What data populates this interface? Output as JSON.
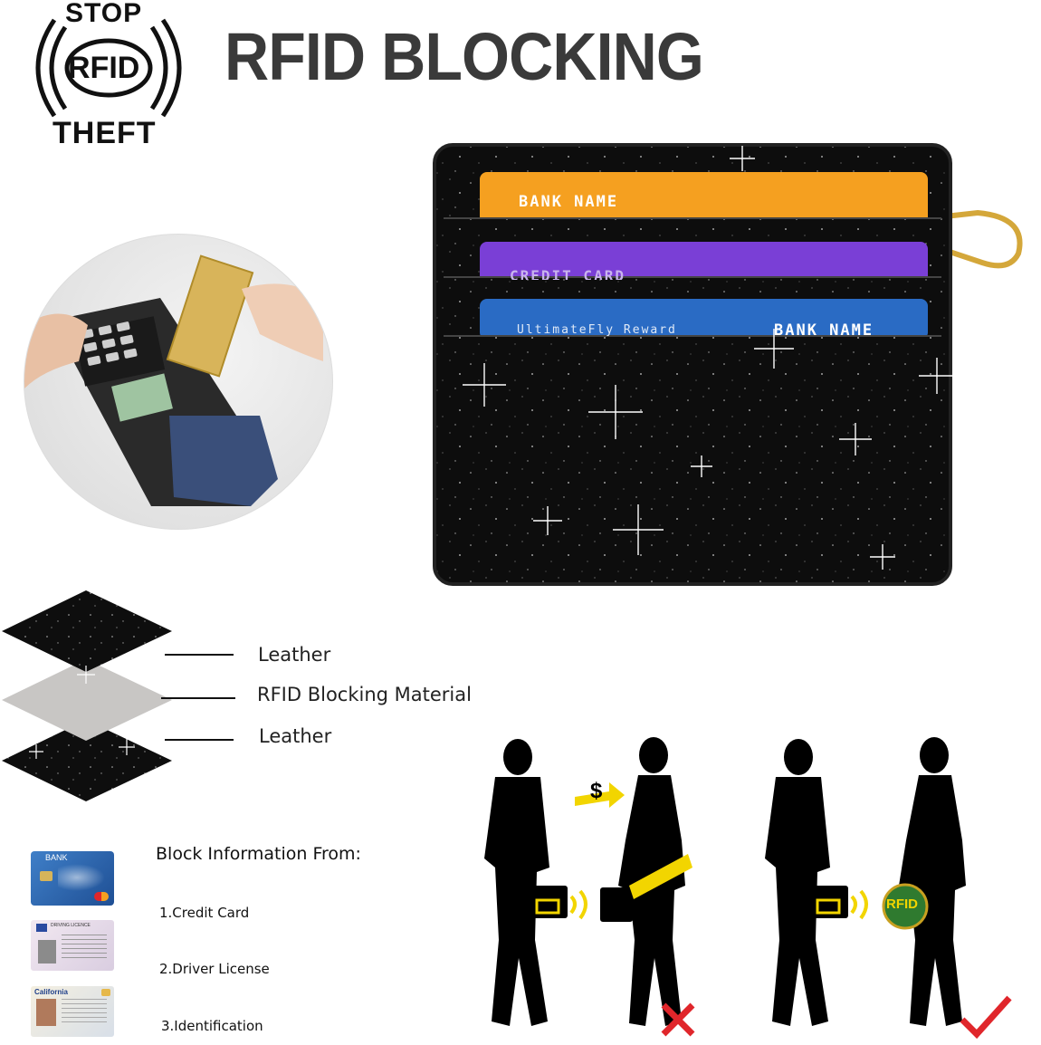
{
  "badge": {
    "top": "STOP",
    "middle": "RFID",
    "bottom": "THEFT"
  },
  "headline": "RFID BLOCKING",
  "wallet": {
    "cards": [
      {
        "label": "BANK NAME",
        "color": "#f5a020"
      },
      {
        "label": "CREDIT CARD",
        "color": "#7a3fd6"
      },
      {
        "label": "UltimateFly Reward",
        "label2": "BANK NAME",
        "color": "#2a6bc4"
      }
    ],
    "body_color": "#0d0d0d",
    "ring_color": "#d4a73a"
  },
  "layers": [
    {
      "label": "Leather"
    },
    {
      "label": "RFID Blocking Material"
    },
    {
      "label": "Leather"
    }
  ],
  "block_info": {
    "title": "Block Information From:",
    "items": [
      {
        "label": "1.Credit Card",
        "thumb_text": "BANK"
      },
      {
        "label": "2.Driver License",
        "thumb_text": "DRIVING LICENCE"
      },
      {
        "label": "3.Identification",
        "thumb_text": "California"
      }
    ]
  },
  "scene": {
    "dollar_symbol": "$",
    "rfid_badge": "RFID",
    "fail_mark_color": "#e0262b",
    "ok_mark_color": "#e0262b"
  }
}
